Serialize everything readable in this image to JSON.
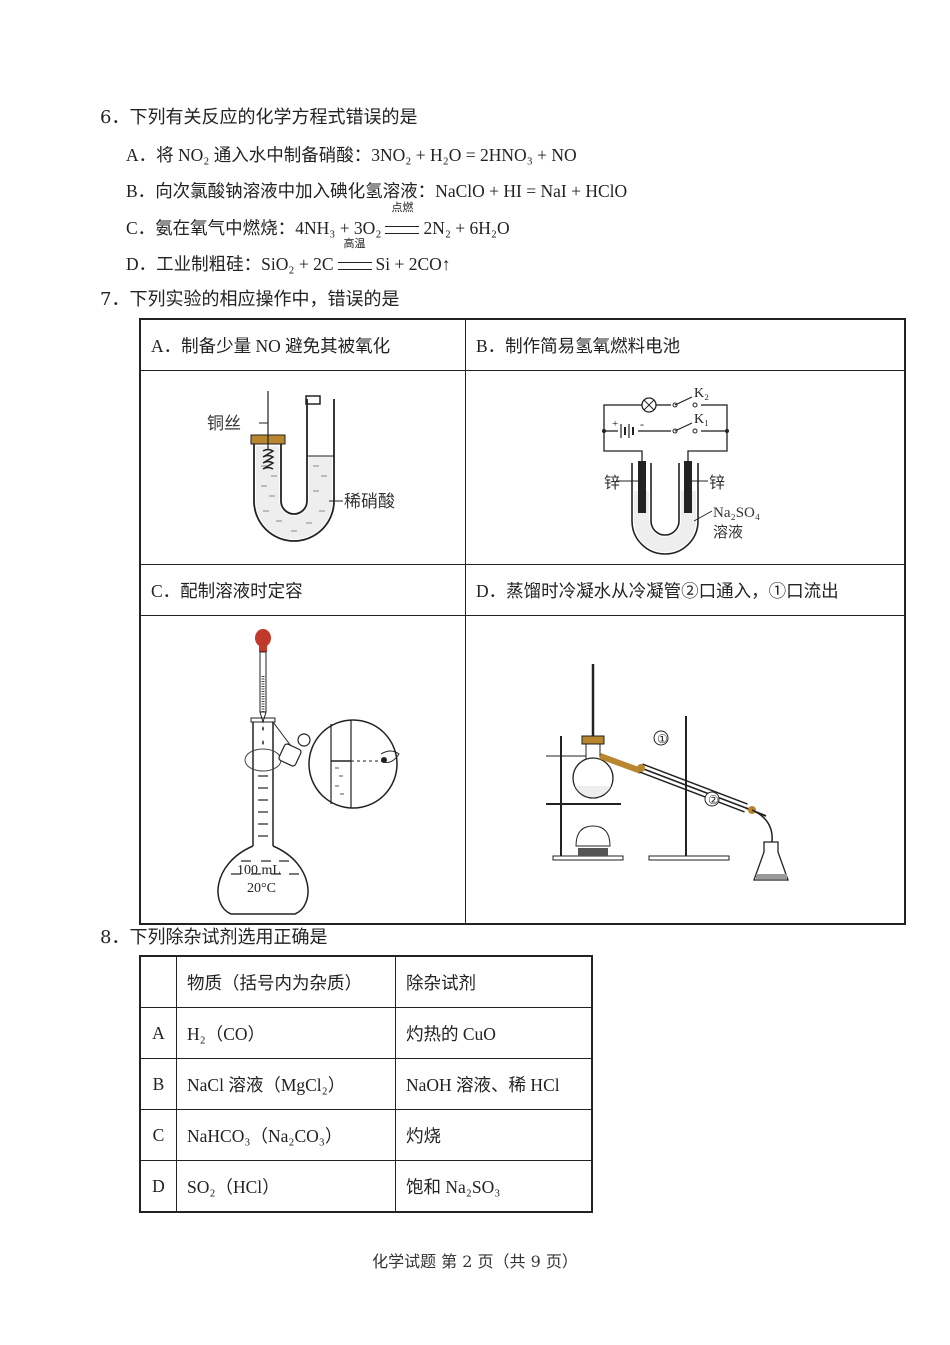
{
  "q6": {
    "stem": "6．下列有关反应的化学方程式错误的是",
    "options": [
      {
        "label": "A．",
        "desc": "将 NO₂ 通入水中制备硝酸：",
        "lhs": "3NO₂ + H₂O = 2HNO₃ + NO"
      },
      {
        "label": "B．",
        "desc": "向次氯酸钠溶液中加入碘化氢溶液：",
        "lhs": "NaClO + HI = NaI + HClO"
      },
      {
        "label": "C．",
        "desc": "氨在氧气中燃烧：",
        "lhs": "4NH₃ + 3O₂",
        "condition": "点燃",
        "rhs": "2N₂ + 6H₂O"
      },
      {
        "label": "D．",
        "desc": "工业制粗硅：",
        "lhs": "SiO₂ + 2C",
        "condition": "高温",
        "rhs": "Si + 2CO↑"
      }
    ]
  },
  "q7": {
    "stem": "7．下列实验的相应操作中，错误的是",
    "cells": [
      {
        "caption": "A．制备少量 NO 避免其被氧化",
        "labels": {
          "wire": "铜丝",
          "acid": "稀硝酸"
        }
      },
      {
        "caption": "B．制作简易氢氧燃料电池",
        "labels": {
          "k2": "K₂",
          "k1": "K₁",
          "left_electrode": "锌",
          "right_electrode": "锌",
          "solution_1": "Na₂SO₄",
          "solution_2": "溶液",
          "plus": "+",
          "minus": "-"
        }
      },
      {
        "caption": "C．配制溶液时定容",
        "labels": {
          "volume": "100 mL",
          "temp": "20°C"
        }
      },
      {
        "caption": "D．蒸馏时冷凝水从冷凝管②口通入，①口流出",
        "labels": {
          "port1": "①",
          "port2": "②"
        }
      }
    ]
  },
  "q8": {
    "stem": "8．下列除杂试剂选用正确是",
    "headers": [
      "",
      "物质（括号内为杂质）",
      "除杂试剂"
    ],
    "rows": [
      {
        "label": "A",
        "substance": "H₂（CO）",
        "reagent": "灼热的 CuO"
      },
      {
        "label": "B",
        "substance": "NaCl 溶液（MgCl₂）",
        "reagent": "NaOH 溶液、稀 HCl"
      },
      {
        "label": "C",
        "substance": "NaHCO₃（Na₂CO₃）",
        "reagent": "灼烧"
      },
      {
        "label": "D",
        "substance": "SO₂（HCl）",
        "reagent": "饱和 Na₂SO₃"
      }
    ]
  },
  "footer": "化学试题  第 2 页（共 9 页）",
  "colors": {
    "stopper": "#b8862e",
    "bulb": "#c0392b",
    "ink": "#222222"
  }
}
